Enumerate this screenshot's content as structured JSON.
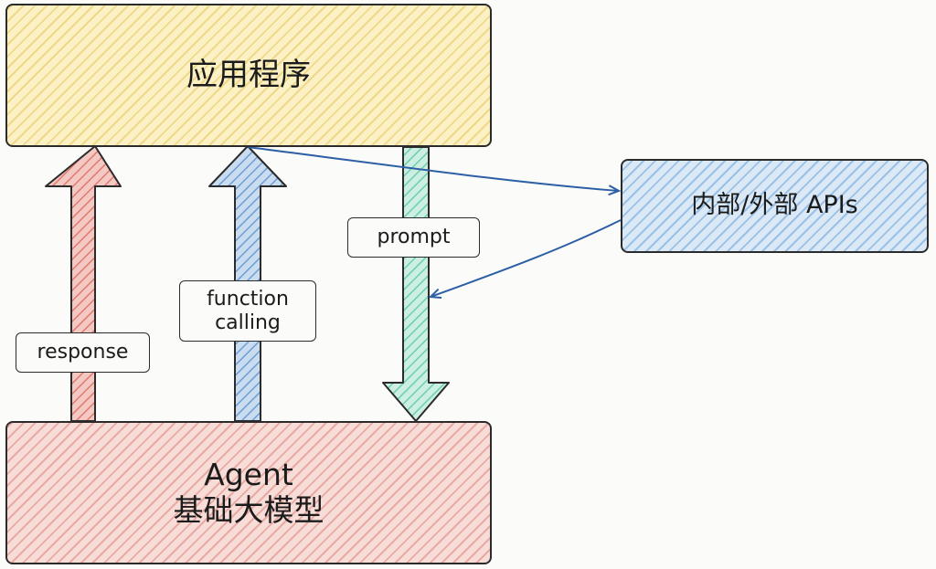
{
  "nodes": {
    "app": {
      "title": "应用程序",
      "color": "#fbf1c4"
    },
    "api": {
      "title": "内部/外部 APIs",
      "color": "#dbe9f6"
    },
    "agent": {
      "title_en": "Agent",
      "title_cn": "基础大模型",
      "color": "#f7dcd8"
    }
  },
  "edges": {
    "response": {
      "label": "response",
      "color": "#e99a92"
    },
    "function_calling": {
      "label_line1": "function",
      "label_line2": "calling",
      "color": "#93b6dc"
    },
    "prompt": {
      "label": "prompt",
      "color": "#9fdcc8"
    },
    "app_to_api": {
      "color": "#2d5fa6"
    },
    "api_to_prompt": {
      "color": "#2d5fa6"
    }
  }
}
